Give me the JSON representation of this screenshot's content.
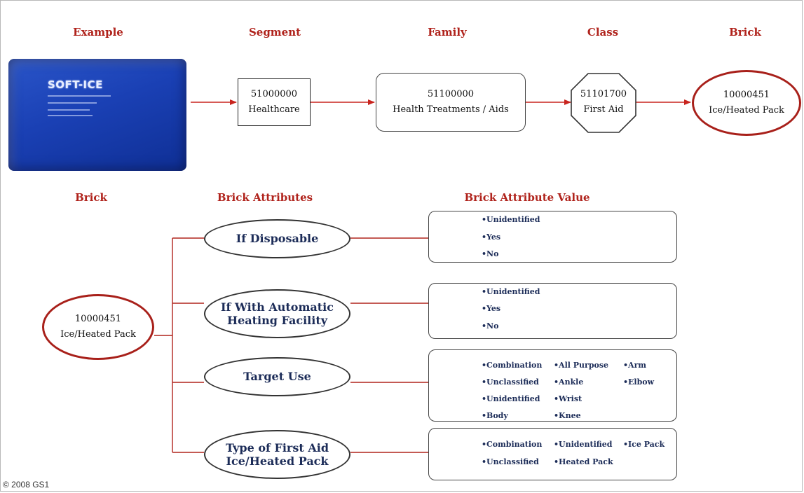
{
  "headers": {
    "example": "Example",
    "segment": "Segment",
    "family": "Family",
    "class": "Class",
    "brick": "Brick",
    "brick_left": "Brick",
    "brick_attributes": "Brick Attributes",
    "brick_attribute_value": "Brick Attribute Value"
  },
  "product_image": {
    "brand": "SOFT-ICE",
    "colors": {
      "pack": "#1a40b4"
    }
  },
  "hierarchy": {
    "segment": {
      "code": "51000000",
      "name": "Healthcare"
    },
    "family": {
      "code": "51100000",
      "name": "Health Treatments / Aids"
    },
    "class": {
      "code": "51101700",
      "name": "First Aid"
    },
    "brick": {
      "code": "10000451",
      "name": "Ice/Heated Pack"
    }
  },
  "brick_detail": {
    "code": "10000451",
    "name": "Ice/Heated Pack"
  },
  "attributes": [
    {
      "line1": "If Disposable",
      "line2": "",
      "values": [
        "•Unidentified",
        "•Yes",
        "•No"
      ]
    },
    {
      "line1": "If With Automatic",
      "line2": "Heating Facility",
      "values": [
        "•Unidentified",
        "•Yes",
        "•No"
      ]
    },
    {
      "line1": "Target Use",
      "line2": "",
      "values": [
        "•Combination",
        "•All Purpose",
        "•Arm",
        "•Unclassified",
        "•Ankle",
        "•Elbow",
        "•Unidentified",
        "•Wrist",
        "•Body",
        "•Knee"
      ]
    },
    {
      "line1": "Type of First Aid",
      "line2": "Ice/Heated Pack",
      "values": [
        "•Combination",
        "•Unidentified",
        "•Ice Pack",
        "•Unclassified",
        "•Heated Pack"
      ]
    }
  ],
  "colors": {
    "header": "#b0231c",
    "arrow": "#c8241e",
    "brick_ring": "#a8201a",
    "attribute_text": "#1c2c58"
  },
  "footer": {
    "copyright": "© 2008 GS1"
  }
}
